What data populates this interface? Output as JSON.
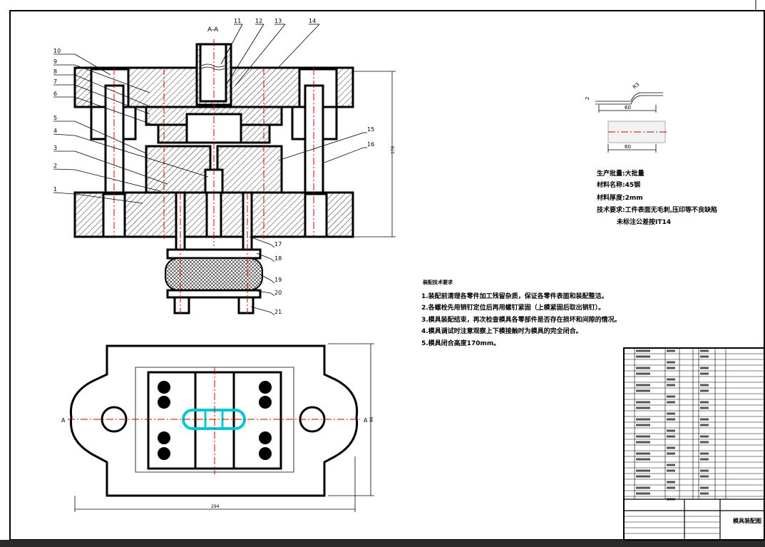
{
  "section_label": "A-A",
  "view_marks": {
    "left": "A",
    "right": "A"
  },
  "part_numbers": [
    "1",
    "2",
    "3",
    "4",
    "5",
    "6",
    "7",
    "8",
    "9",
    "10",
    "11",
    "12",
    "13",
    "14",
    "15",
    "16",
    "17",
    "18",
    "19",
    "20",
    "21"
  ],
  "dims": {
    "height": "170",
    "width": "294",
    "right_side": "96"
  },
  "workpiece": {
    "thickness": "2",
    "radius": "R3",
    "length": "60",
    "width": "60"
  },
  "production_info": [
    "生产批量:大批量",
    "材料名称:45钢",
    "材料厚度:2mm",
    "技术要求:工件表面无毛刺,压印等不良缺陷",
    "未标注公差按IT14"
  ],
  "tech_requirements_title": "装配技术要求",
  "tech_requirements": [
    "1.装配前清理各零件加工残留杂质，保证各零件表面和装配整洁。",
    "2.各螺栓先用销钉定位后再用螺钉紧固（上模紧固后取出销钉）。",
    "3.模具装配结束，再次检查模具各零部件是否存在损坏和间隙的情况。",
    "4.模具调试时注意观察上下模接触时为模具的完全闭合。",
    "5.模具闭合高度170mm。"
  ],
  "title_block": {
    "drawing_title": "模具装配图"
  }
}
